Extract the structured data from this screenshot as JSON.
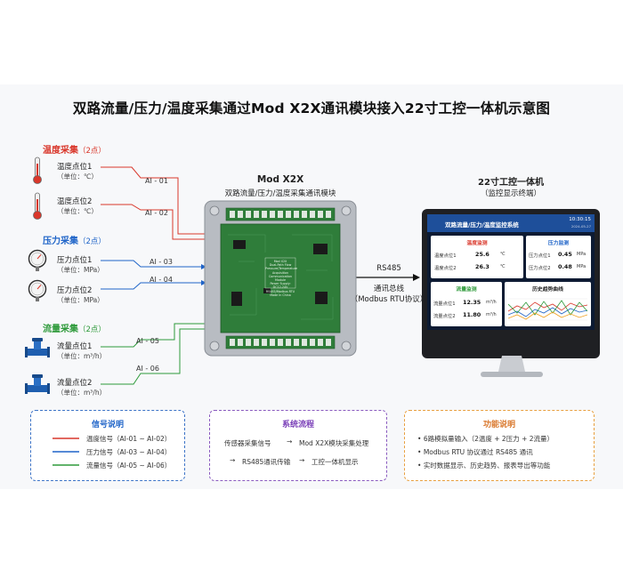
{
  "title": "双路流量/压力/温度采集通过Mod X2X通讯模块接入22寸工控一体机示意图",
  "groups": {
    "temperature": {
      "title": "温度采集",
      "count": "（2点）",
      "color": "#d9372b",
      "sensors": [
        {
          "name": "温度点位1",
          "unit": "（单位：℃）",
          "ai": "AI - 01"
        },
        {
          "name": "温度点位2",
          "unit": "（单位：℃）",
          "ai": "AI - 02"
        }
      ]
    },
    "pressure": {
      "title": "压力采集",
      "count": "（2点）",
      "color": "#1f64c8",
      "sensors": [
        {
          "name": "压力点位1",
          "unit": "（单位：MPa）",
          "ai": "AI - 03"
        },
        {
          "name": "压力点位2",
          "unit": "（单位：MPa）",
          "ai": "AI - 04"
        }
      ]
    },
    "flow": {
      "title": "流量采集",
      "count": "（2点）",
      "color": "#2e9a3a",
      "sensors": [
        {
          "name": "流量点位1",
          "unit": "（单位：m³/h）",
          "ai": "AI - 05"
        },
        {
          "name": "流量点位2",
          "unit": "（单位：m³/h）",
          "ai": "AI - 06"
        }
      ]
    }
  },
  "module": {
    "title": "Mod X2X",
    "subtitle": "双路流量/压力/温度采集通讯模块",
    "pcb_lines": [
      "Mod X2X",
      "Dual-Path Flow",
      "Pressure/Temperature",
      "Acquisition",
      "Communication Module",
      "Power Supply: DC12-24V",
      "RS485/Modbus RTU",
      "Made In China"
    ]
  },
  "link": {
    "label": "RS485",
    "sub1": "通讯总线",
    "sub2": "（Modbus RTU协议）"
  },
  "panel_pc": {
    "title": "22寸工控一体机",
    "subtitle": "（监控显示终端）",
    "screen": {
      "header": "双路流量/压力/温度监控系统",
      "time": "10:30:15",
      "date": "2024-05-27",
      "temp_panel": {
        "title": "温度监测",
        "rows": [
          {
            "label": "温度点位1",
            "value": "25.6",
            "unit": "℃"
          },
          {
            "label": "温度点位2",
            "value": "26.3",
            "unit": "℃"
          }
        ]
      },
      "pressure_panel": {
        "title": "压力监测",
        "rows": [
          {
            "label": "压力点位1",
            "value": "0.45",
            "unit": "MPa"
          },
          {
            "label": "压力点位2",
            "value": "0.48",
            "unit": "MPa"
          }
        ]
      },
      "flow_panel": {
        "title": "流量监测",
        "rows": [
          {
            "label": "流量点位1",
            "value": "12.35",
            "unit": "m³/h"
          },
          {
            "label": "流量点位2",
            "value": "11.80",
            "unit": "m³/h"
          }
        ]
      },
      "trend_panel": {
        "title": "历史趋势曲线"
      }
    }
  },
  "legend_signal": {
    "title": "信号说明",
    "items": [
      {
        "label": "温度信号（AI-01 ~ AI-02）",
        "color": "#d9372b"
      },
      {
        "label": "压力信号（AI-03 ~ AI-04）",
        "color": "#1f64c8"
      },
      {
        "label": "流量信号（AI-05 ~ AI-06）",
        "color": "#2e9a3a"
      }
    ]
  },
  "legend_flow": {
    "title": "系统流程",
    "line1_a": "传感器采集信号",
    "line1_b": "Mod X2X模块采集处理",
    "line2_a": "RS485通讯传输",
    "line2_b": "工控一体机显示",
    "arrow": "→"
  },
  "legend_features": {
    "title": "功能说明",
    "items": [
      "6路模拟量输入（2温度 + 2压力 + 2流量）",
      "Modbus RTU 协议通过 RS485 通讯",
      "实时数据显示、历史趋势、报表导出等功能"
    ]
  },
  "colors": {
    "temp": "#d9372b",
    "pressure": "#1f64c8",
    "flow": "#2e9a3a",
    "pcb": "#2f7d3a",
    "screen_bg": "#0d1b33",
    "panel_header": "#1e4f9a"
  }
}
